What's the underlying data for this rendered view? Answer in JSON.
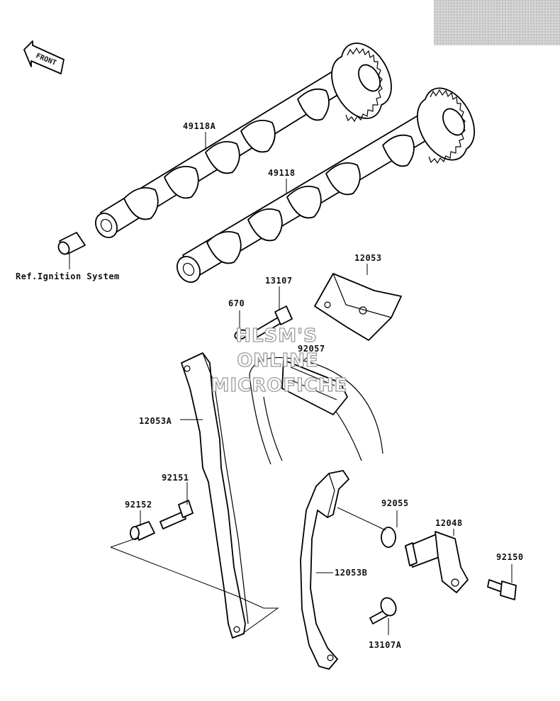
{
  "diagram": {
    "front_label": "FRONT",
    "ref_label": "Ref.Ignition System",
    "watermark": [
      "HLSM'S",
      "ONLINE",
      "MICROFICHE"
    ],
    "parts": {
      "p49118a": "49118A",
      "p49118": "49118",
      "p12053": "12053",
      "p13107": "13107",
      "p670": "670",
      "p92057": "92057",
      "p12053a": "12053A",
      "p92151": "92151",
      "p92152": "92152",
      "p92055": "92055",
      "p12048": "12048",
      "p92150": "92150",
      "p12053b": "12053B",
      "p13107a": "13107A"
    }
  }
}
